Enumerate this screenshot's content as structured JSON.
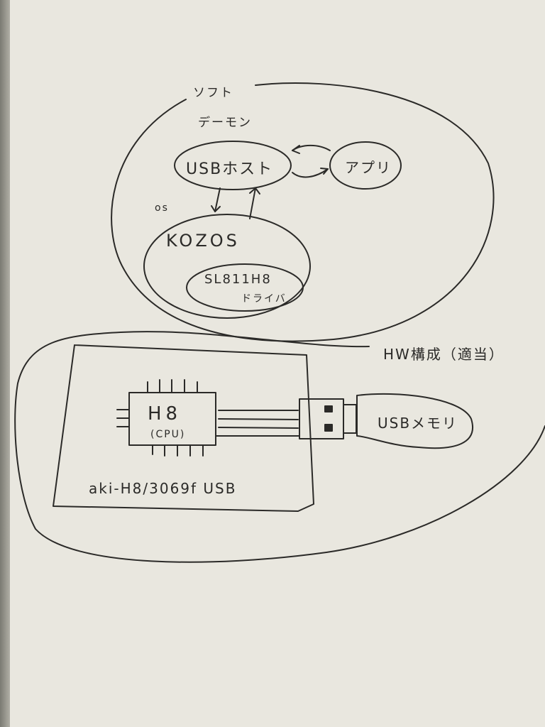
{
  "diagram": {
    "software_section": {
      "group_label": "ソフト",
      "daemon_label": "デーモン",
      "usb_host": "USBホスト",
      "app": "アプリ",
      "os_label": "OS",
      "kozos": "KOZOS",
      "driver_line1": "SL811H8",
      "driver_line2": "ドライバ"
    },
    "hardware_section": {
      "group_label": "HW構成（適当）",
      "cpu_line1": "H8",
      "cpu_line2": "(CPU)",
      "board_label": "aki-H8/3069f USB",
      "usb_memory": "USBメモリ"
    },
    "colors": {
      "paper": "#e9e7df",
      "ink": "#2b2a28"
    }
  }
}
